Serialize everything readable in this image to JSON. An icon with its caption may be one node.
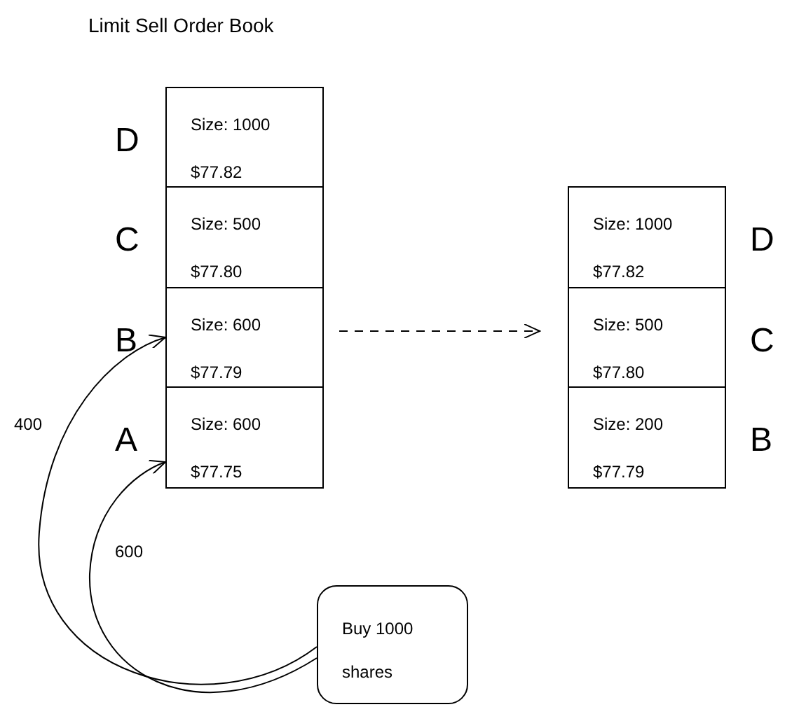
{
  "diagram": {
    "title": "Limit Sell Order Book",
    "nodes": [
      {
        "text": [
          "Size: 1000",
          "$77.82"
        ],
        "beside": [
          "D"
        ]
      },
      {
        "text": [
          "Size: 500",
          "$77.80"
        ],
        "beside": [
          "C"
        ]
      },
      {
        "text": [
          "Size: 600",
          "$77.79"
        ],
        "beside": [
          "B"
        ]
      },
      {
        "text": [
          "Size: 600",
          "$77.75"
        ],
        "beside": [
          "A"
        ]
      },
      {
        "text": [
          "Size: 1000",
          "$77.82"
        ],
        "beside": [
          "D"
        ]
      },
      {
        "text": [
          "Size: 500",
          "$77.80"
        ],
        "beside": [
          "C"
        ]
      },
      {
        "text": [
          "Size: 200",
          "$77.79"
        ],
        "beside": [
          "B"
        ]
      },
      {
        "text": [
          "Buy 1000",
          "shares"
        ]
      }
    ],
    "edges": [
      {
        "from": 2,
        "to": 5,
        "arrow": "to",
        "style": "dashed"
      },
      {
        "from": 7,
        "to": 2,
        "arrow": "to",
        "label": "400"
      },
      {
        "from": 7,
        "to": 3,
        "arrow": "to",
        "label": "600"
      }
    ]
  }
}
